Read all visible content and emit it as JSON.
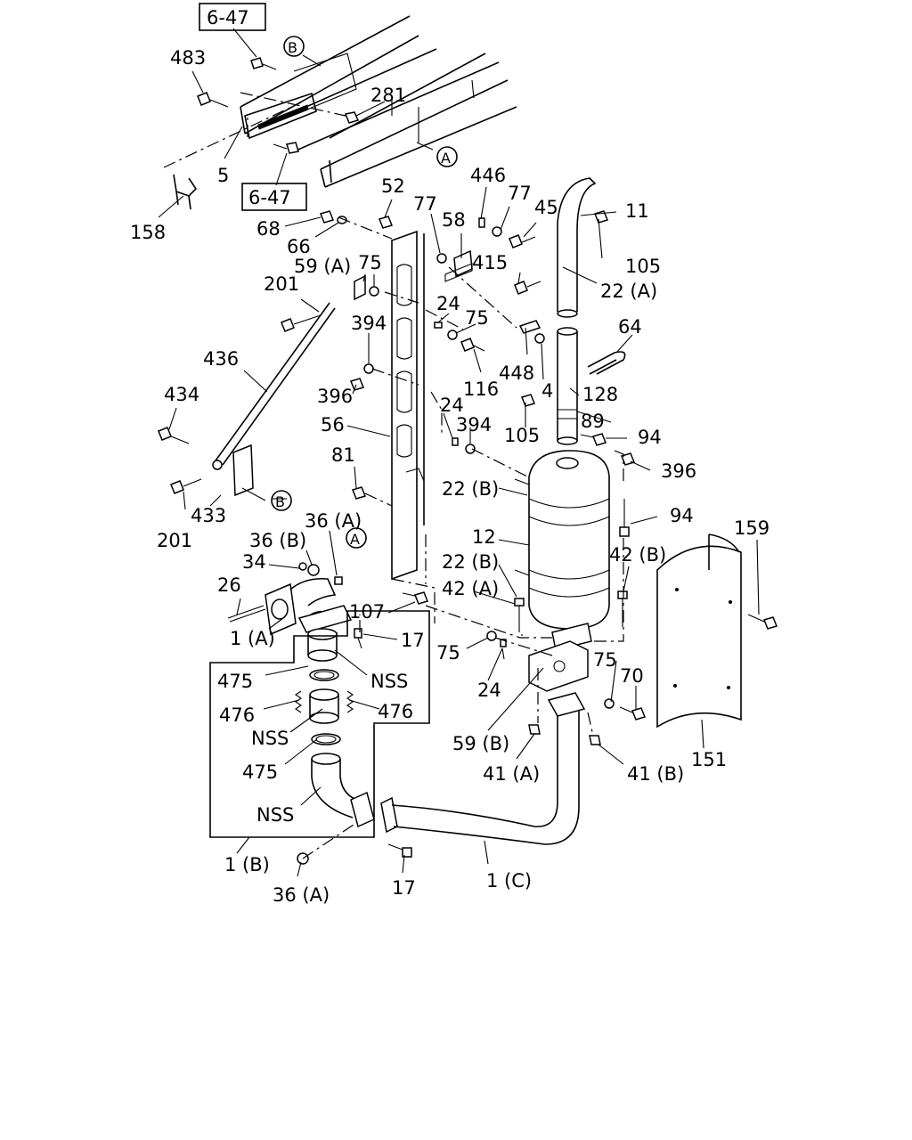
{
  "figure": {
    "refs": [
      "6-47",
      "6-47"
    ],
    "callouts": {
      "A": "A",
      "B": "B"
    },
    "labels": [
      "483",
      "281",
      "5",
      "158",
      "68",
      "66",
      "52",
      "77",
      "58",
      "446",
      "77",
      "45",
      "11",
      "59 (A)",
      "75",
      "201",
      "415",
      "105",
      "22 (A)",
      "24",
      "75",
      "394",
      "64",
      "436",
      "396",
      "448",
      "4",
      "128",
      "116",
      "24",
      "105",
      "89",
      "94",
      "434",
      "56",
      "394",
      "81",
      "396",
      "22 (B)",
      "94",
      "201",
      "433",
      "36 (A)",
      "12",
      "159",
      "36 (B)",
      "22 (B)",
      "42 (B)",
      "34",
      "26",
      "42 (A)",
      "107",
      "1 (A)",
      "17",
      "75",
      "475",
      "NSS",
      "75",
      "24",
      "70",
      "476",
      "476",
      "NSS",
      "59 (B)",
      "41 (A)",
      "41 (B)",
      "151",
      "475",
      "NSS",
      "1 (B)",
      "17",
      "1 (C)",
      "36 (A)"
    ]
  }
}
